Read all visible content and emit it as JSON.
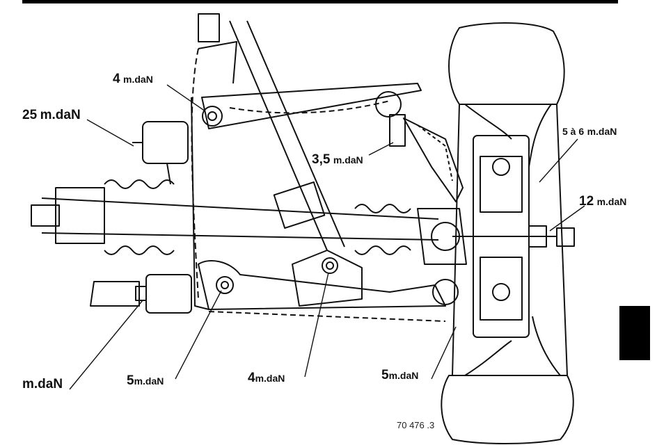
{
  "figure_ref": "70 476 .3",
  "labels": [
    {
      "id": "upper-arm-pivot",
      "value": "4",
      "unit": "m.daN"
    },
    {
      "id": "engine-mount",
      "value": "25",
      "unit": "m.daN"
    },
    {
      "id": "upper-balljoint",
      "value": "3,5",
      "unit": "m.daN"
    },
    {
      "id": "caliper-bolt",
      "value": "5 à 6",
      "unit": "m.daN"
    },
    {
      "id": "hub-nut",
      "value": "12",
      "unit": "m.daN"
    },
    {
      "id": "lower-mount",
      "value": "",
      "unit": "m.daN"
    },
    {
      "id": "lower-arm-pivot",
      "value": "5",
      "unit": "m.daN"
    },
    {
      "id": "damper-lower",
      "value": "4",
      "unit": "m.daN"
    },
    {
      "id": "lower-balljoint",
      "value": "5",
      "unit": "m.daN"
    }
  ]
}
